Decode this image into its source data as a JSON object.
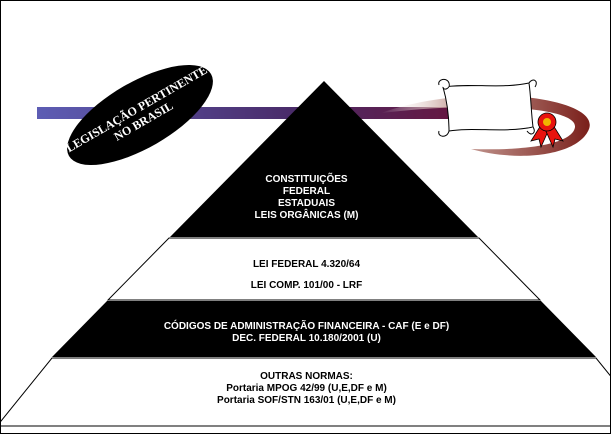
{
  "badge": {
    "line1": "LEGISLAÇÃO PERTINENTE",
    "line2": "NO BRASIL"
  },
  "tiers": [
    {
      "lines": [
        "CONSTITUIÇÕES",
        "FEDERAL",
        "ESTADUAIS",
        "LEIS ORGÂNICAS (M)"
      ],
      "fill": "#000000",
      "text_color": "#ffffff"
    },
    {
      "lines": [
        "LEI FEDERAL 4.320/64",
        "LEI COMP. 101/00 - LRF"
      ],
      "fill": "#ffffff",
      "text_color": "#000000"
    },
    {
      "lines": [
        "CÓDIGOS DE ADMINISTRAÇÃO FINANCEIRA - CAF (E e DF)",
        "DEC. FEDERAL 10.180/2001 (U)"
      ],
      "fill": "#000000",
      "text_color": "#ffffff"
    },
    {
      "lines": [
        "OUTRAS NORMAS:",
        "Portaria MPOG 42/99 (U,E,DF e M)",
        "Portaria SOF/STN 163/01 (U,E,DF e M)"
      ],
      "fill": "#ffffff",
      "text_color": "#000000"
    }
  ],
  "icons": {
    "scroll": "scroll-icon",
    "seal": "seal-ribbon-icon"
  },
  "colors": {
    "bar_start": "#5d5db4",
    "bar_end": "#6d1236",
    "swoosh": "#7a1f1a",
    "seal": "#e8130e",
    "seal_ribbon": "#f0b400"
  }
}
